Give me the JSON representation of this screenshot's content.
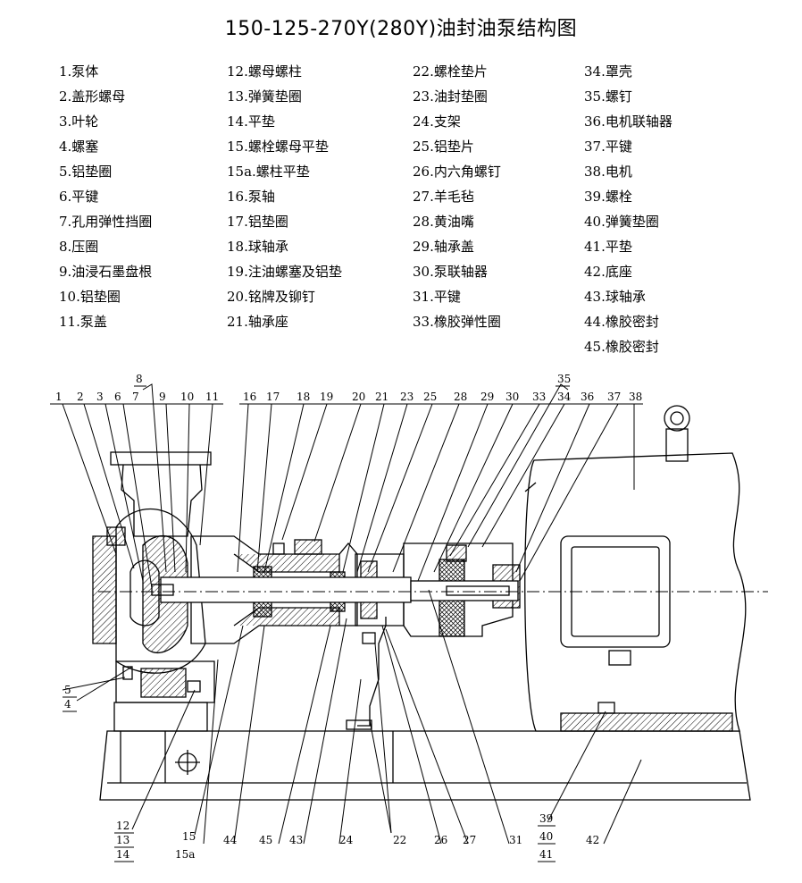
{
  "title": "150-125-270Y(280Y)油封油泵结构图",
  "legend": {
    "col1": [
      "1.泵体",
      "2.盖形螺母",
      "3.叶轮",
      "4.螺塞",
      "5.铝垫圈",
      "6.平键",
      "7.孔用弹性挡圈",
      "8.压圈",
      "9.油浸石墨盘根",
      "10.铝垫圈",
      "11.泵盖"
    ],
    "col2": [
      "12.螺母螺柱",
      "13.弹簧垫圈",
      "14.平垫",
      "15.螺栓螺母平垫",
      "15a.螺柱平垫",
      "16.泵轴",
      "17.铝垫圈",
      "18.球轴承",
      "19.注油螺塞及铝垫",
      "20.铭牌及铆钉",
      "21.轴承座"
    ],
    "col3": [
      "22.螺栓垫片",
      "23.油封垫圈",
      "24.支架",
      "25.铝垫片",
      "26.内六角螺钉",
      "27.羊毛毡",
      "28.黄油嘴",
      "29.轴承盖",
      "30.泵联轴器",
      "31.平键",
      "33.橡胶弹性圈"
    ],
    "col4": [
      "34.罩壳",
      "35.螺钉",
      "36.电机联轴器",
      "37.平键",
      "38.电机",
      "39.螺栓",
      "40.弹簧垫圈",
      "41.平垫",
      "42.底座",
      "43.球轴承",
      "44.橡胶密封",
      "45.橡胶密封"
    ]
  },
  "callouts": {
    "top": [
      "1",
      "2",
      "3",
      "6",
      "7",
      "8",
      "9",
      "10",
      "11",
      "16",
      "17",
      "18",
      "19",
      "20",
      "21",
      "23",
      "25",
      "28",
      "29",
      "30",
      "33",
      "35",
      "34",
      "36",
      "37",
      "38"
    ],
    "bottom": [
      "12",
      "13",
      "14",
      "15",
      "15a",
      "44",
      "45",
      "43",
      "24",
      "22",
      "26",
      "27",
      "31",
      "39",
      "40",
      "41",
      "42"
    ],
    "left": [
      "5",
      "4"
    ]
  }
}
